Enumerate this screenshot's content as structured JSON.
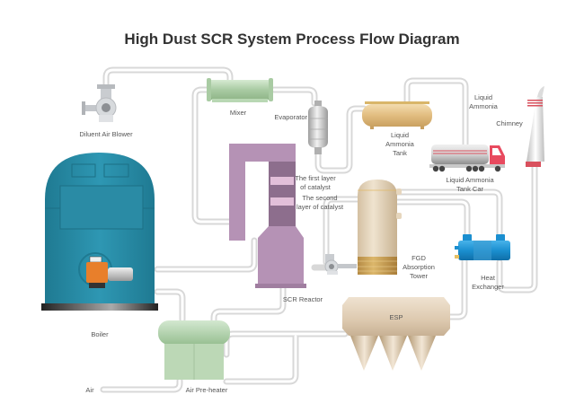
{
  "title": "High Dust SCR System Process Flow Diagram",
  "labels": {
    "diluent_air_blower": "Diluent Air Blower",
    "mixer": "Mixer",
    "evaporator": "Evaporator",
    "liquid_ammonia_tank": [
      "Liquid",
      "Ammonia",
      "Tank"
    ],
    "liquid_ammonia": [
      "Liquid",
      "Ammonia"
    ],
    "chimney": "Chimney",
    "liquid_ammonia_tank_car": [
      "Liquid Ammonia",
      "Tank Car"
    ],
    "first_layer": [
      "The first layer",
      "of catalyst"
    ],
    "second_layer": [
      "The second",
      "layer of catalyst"
    ],
    "fgd_tower": [
      "FGD",
      "Absorption",
      "Tower"
    ],
    "heat_exchanger": [
      "Heat",
      "Exchanger"
    ],
    "scr_reactor": "SCR Reactor",
    "esp": "ESP",
    "boiler": "Boiler",
    "air": "Air",
    "air_preheater": "Air Pre-heater"
  },
  "colors": {
    "pipe": "#e4e4e4",
    "boiler": "#2a8ba5",
    "scr_reactor": "#b592b5",
    "mixer": "#b5d3b0",
    "tank": "#e5c489",
    "truck": "#e84a5f",
    "fgd": "#e5d3b8",
    "heat_exchanger": "#1b8fd0",
    "esp": "#e2d2be",
    "chimney_band": "#d9505d"
  }
}
